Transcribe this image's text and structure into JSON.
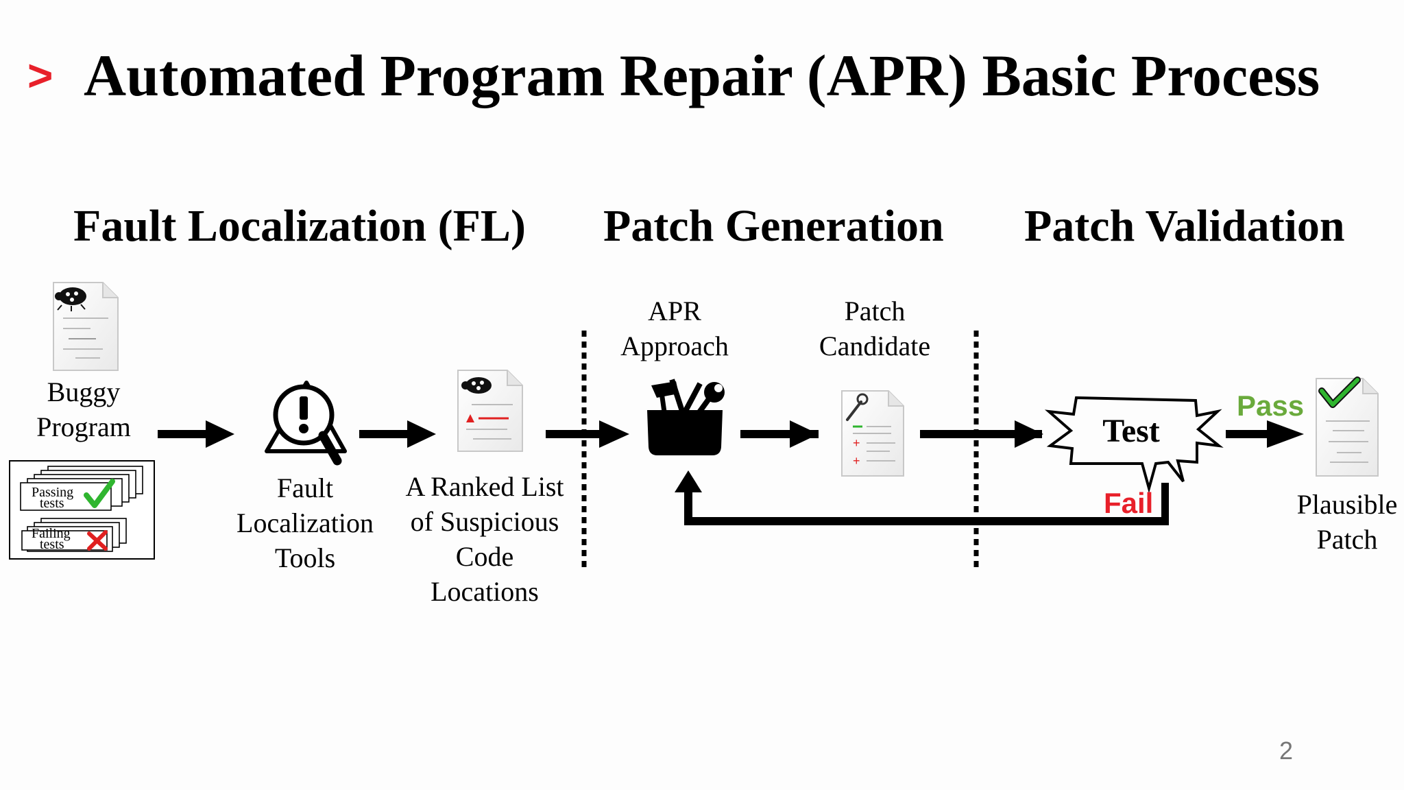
{
  "slide": {
    "marker": ">",
    "title": "Automated Program Repair (APR) Basic Process",
    "page_number": "2"
  },
  "phases": {
    "fl": "Fault Localization (FL)",
    "generation": "Patch Generation",
    "validation": "Patch Validation"
  },
  "nodes": {
    "buggy_program": [
      "Buggy",
      "Program"
    ],
    "tests": {
      "passing": [
        "Passing",
        "tests"
      ],
      "failing": [
        "Failing",
        "tests"
      ]
    },
    "fl_tools": [
      "Fault",
      "Localization",
      "Tools"
    ],
    "ranked_list": [
      "A Ranked List",
      "of Suspicious",
      "Code",
      "Locations"
    ],
    "apr_approach": [
      "APR",
      "Approach"
    ],
    "patch_candidate": [
      "Patch",
      "Candidate"
    ],
    "test": "Test",
    "plausible_patch": [
      "Plausible",
      "Patch"
    ]
  },
  "edges": {
    "pass": "Pass",
    "fail": "Fail"
  },
  "colors": {
    "marker": "#e8202a",
    "pass": "#6aaa3c",
    "fail": "#e8202a",
    "check": "#2fb52f",
    "cross": "#e02020"
  },
  "icons": [
    "bug-document-icon",
    "warning-magnifier-icon",
    "toolbox-icon",
    "patch-document-icon",
    "check-document-icon",
    "test-burst-icon"
  ]
}
